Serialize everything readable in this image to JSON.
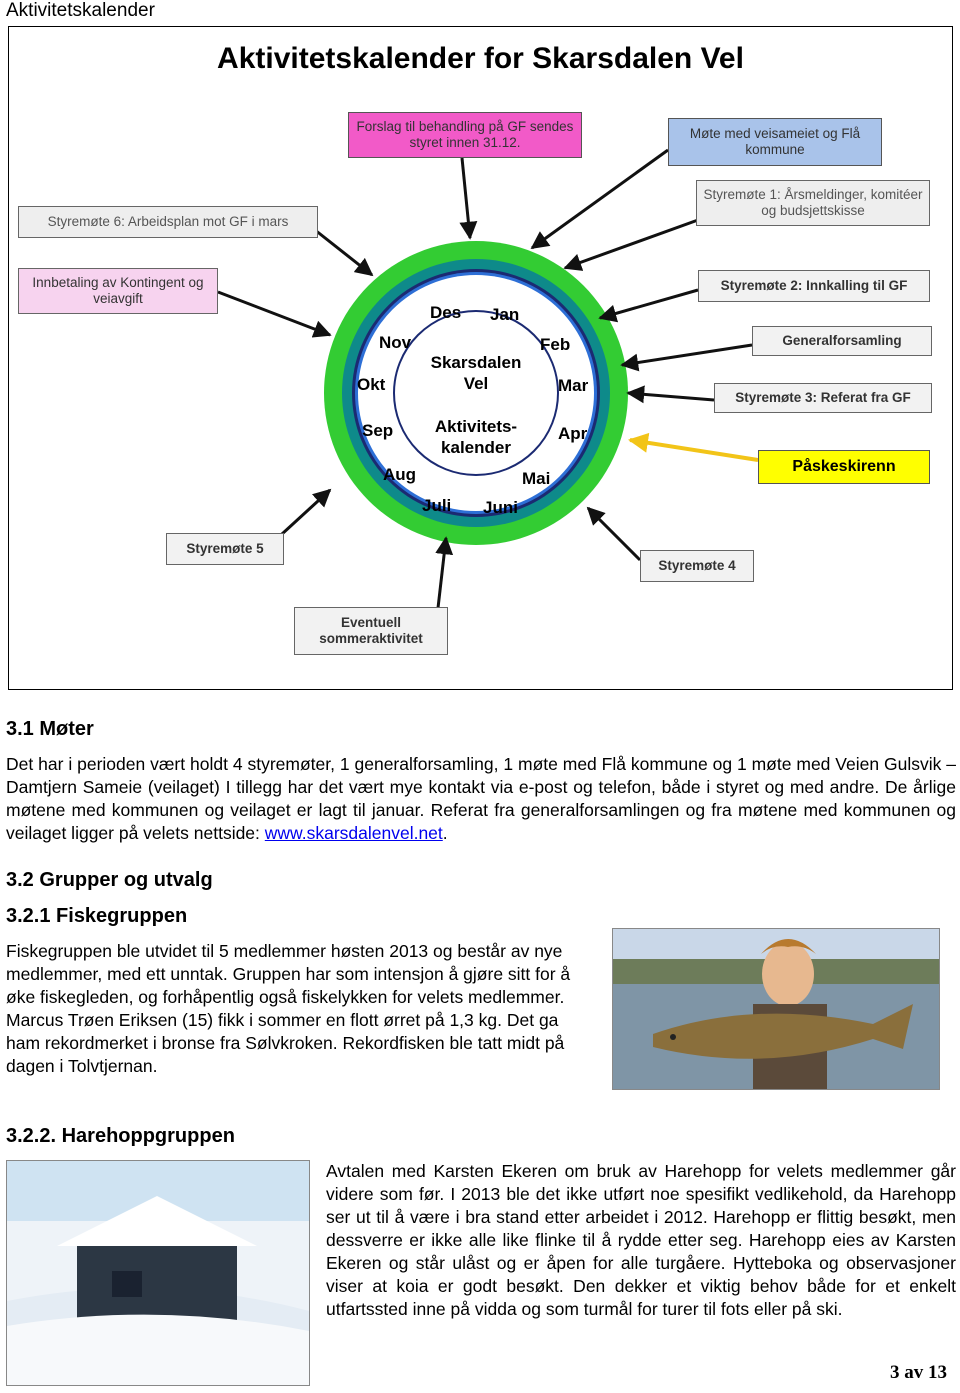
{
  "header": {
    "title": "Aktivitetskalender"
  },
  "diagram": {
    "title": "Aktivitetskalender for Skarsdalen Vel",
    "boxes": {
      "forslag": "Forslag til behandling på GF sendes styret innen 31.12.",
      "mote_veisameiet": "Møte med veisameiet og Flå kommune",
      "styremote6": "Styremøte 6: Arbeidsplan mot GF i mars",
      "styremote1": "Styremøte 1: Årsmeldinger, komitéer og budsjettskisse",
      "innbetaling": "Innbetaling av Kontingent og veiavgift",
      "styremote2": "Styremøte 2: Innkalling til GF",
      "generalforsamling": "Generalforsamling",
      "styremote3": "Styremøte 3: Referat fra GF",
      "paskeskirenn": "Påskeskirenn",
      "styremote5": "Styremøte 5",
      "styremote4": "Styremøte 4",
      "sommeraktivitet": "Eventuell sommeraktivitet"
    },
    "wheel": {
      "center_line1": "Skarsdalen",
      "center_line2": "Vel",
      "center_line3": "Aktivitets-",
      "center_line4": "kalender",
      "months": {
        "jan": "Jan",
        "feb": "Feb",
        "mar": "Mar",
        "apr": "Apr",
        "mai": "Mai",
        "juni": "Juni",
        "juli": "Juli",
        "aug": "Aug",
        "sep": "Sep",
        "okt": "Okt",
        "nov": "Nov",
        "des": "Des"
      },
      "colors": {
        "outer_ring": "#33cc33",
        "mid_ring": "#0e8a8a",
        "inner_ring": "#1b2a72",
        "yellow_arrow": "#f2c418"
      }
    }
  },
  "sections": {
    "s31": {
      "heading": "3.1 Møter",
      "text": "Det har i perioden vært holdt 4 styremøter, 1 generalforsamling, 1 møte med Flå kommune og 1 møte med Veien Gulsvik – Damtjern Sameie (veilaget) I tillegg har det vært mye kontakt via e-post og telefon, både i styret og med andre. De årlige møtene med kommunen og veilaget er lagt til januar. Referat fra generalforsamlingen og fra møtene med kommunen og veilaget ligger på velets nettside: ",
      "link": "www.skarsdalenvel.net",
      "after_link": "."
    },
    "s32": {
      "heading": "3.2 Grupper og utvalg"
    },
    "s321": {
      "heading": "3.2.1  Fiskegruppen",
      "text": "Fiskegruppen ble utvidet til 5 medlemmer høsten 2013 og består av nye medlemmer, med ett unntak. Gruppen har som intensjon å gjøre sitt for å øke fiskegleden, og forhåpentlig også fiskelykken for velets medlemmer. Marcus Trøen Eriksen (15) fikk i sommer en flott ørret på 1,3 kg. Det ga ham rekordmerket i bronse fra Sølvkroken. Rekordfisken ble tatt midt på dagen i Tolvtjernan."
    },
    "s322": {
      "heading": "3.2.2. Harehoppgruppen",
      "text": "Avtalen med Karsten Ekeren om bruk av Harehopp for velets medlemmer går videre som før. I 2013 ble det ikke utført noe spesifikt vedlikehold, da Harehopp ser ut til å være i bra stand etter arbeidet i 2012. Harehopp er flittig besøkt, men dessverre er ikke alle like flinke til å rydde etter seg. Harehopp eies av Karsten Ekeren og står ulåst og er åpen for alle turgåere. Hytteboka og observasjoner viser at koia er godt besøkt. Den dekker et viktig behov både for et enkelt utfartssted inne på vidda og som turmål for turer til fots eller på ski."
    }
  },
  "footer": {
    "page": "3 av 13"
  }
}
